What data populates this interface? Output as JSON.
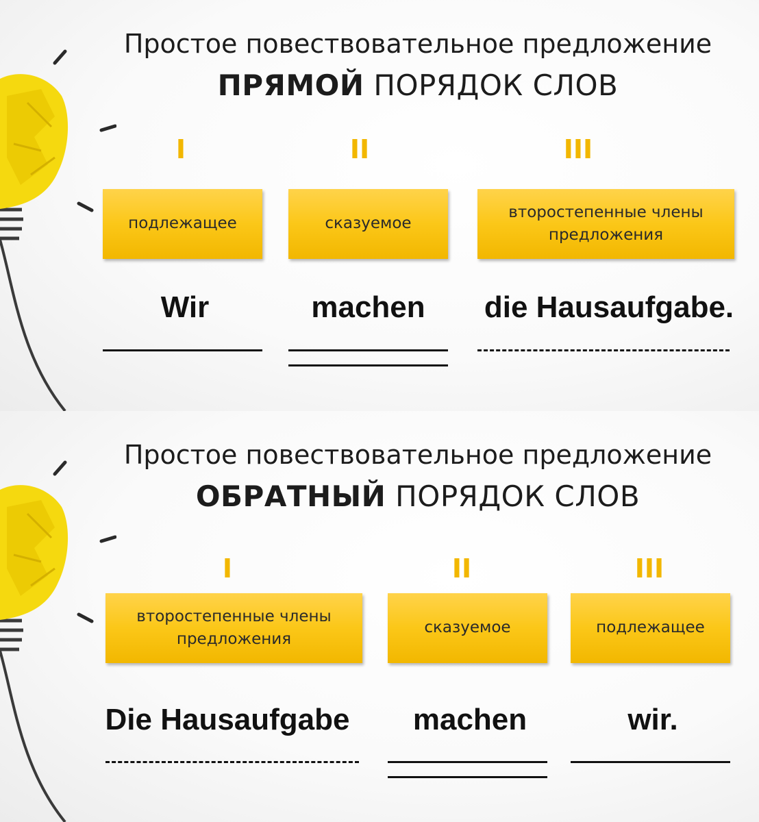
{
  "slides": [
    {
      "title_line1": "Простое повествовательное предложение",
      "title_emphasis": "ПРЯМОЙ",
      "title_rest": " ПОРЯДОК СЛОВ",
      "numerals": [
        "I",
        "II",
        "III"
      ],
      "boxes": [
        "подлежащее",
        "сказуемое",
        "второстепенные члены предложения"
      ],
      "words": [
        "Wir",
        "machen",
        "die Hausaufgabe."
      ]
    },
    {
      "title_line1": "Простое повествовательное предложение",
      "title_emphasis": "ОБРАТНЫЙ",
      "title_rest": " ПОРЯДОК СЛОВ",
      "numerals": [
        "I",
        "II",
        "III"
      ],
      "boxes": [
        "второстепенные члены предложения",
        "сказуемое",
        "подлежащее"
      ],
      "words": [
        "Die Hausaufgabe",
        "machen",
        "wir."
      ]
    }
  ],
  "colors": {
    "accent": "#f2b700",
    "box_top": "#ffd34a",
    "box_bottom": "#f2b700",
    "text": "#111111"
  },
  "icons": {
    "decoration": "lightbulb-crumpled-paper-icon"
  }
}
